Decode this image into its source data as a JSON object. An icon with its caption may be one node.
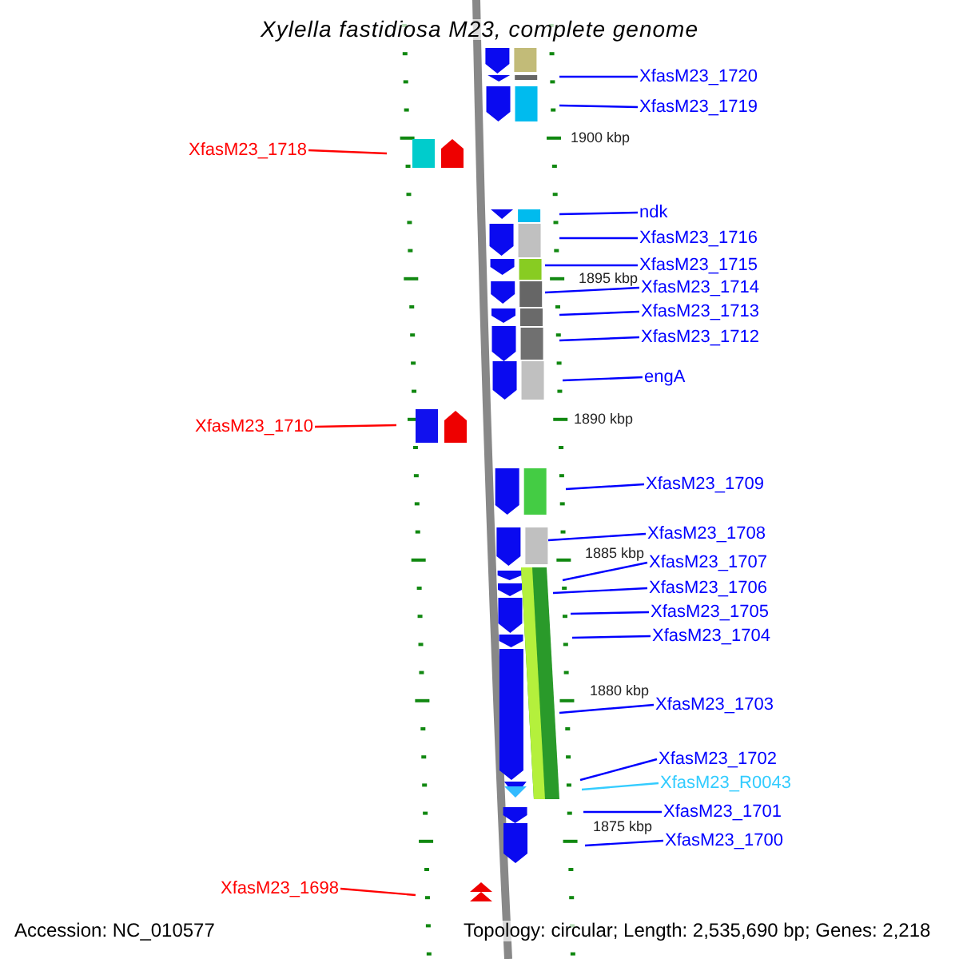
{
  "diagram": {
    "title": "Xylella fastidiosa M23, complete genome",
    "nodes": [
      {
        "text": [
          "XfasM23_1720"
        ]
      },
      {
        "text": [
          "XfasM23_1719"
        ]
      },
      {
        "text": [
          "XfasM23_1718"
        ]
      },
      {
        "text": [
          "ndk"
        ]
      },
      {
        "text": [
          "XfasM23_1716"
        ]
      },
      {
        "text": [
          "XfasM23_1715"
        ]
      },
      {
        "text": [
          "XfasM23_1714"
        ]
      },
      {
        "text": [
          "XfasM23_1713"
        ]
      },
      {
        "text": [
          "XfasM23_1712"
        ]
      },
      {
        "text": [
          "engA"
        ]
      },
      {
        "text": [
          "XfasM23_1710"
        ]
      },
      {
        "text": [
          "XfasM23_1709"
        ]
      },
      {
        "text": [
          "XfasM23_1708"
        ]
      },
      {
        "text": [
          "XfasM23_1707"
        ]
      },
      {
        "text": [
          "XfasM23_1706"
        ]
      },
      {
        "text": [
          "XfasM23_1705"
        ]
      },
      {
        "text": [
          "XfasM23_1704"
        ]
      },
      {
        "text": [
          "XfasM23_1703"
        ]
      },
      {
        "text": [
          "XfasM23_1702"
        ]
      },
      {
        "text": [
          "XfasM23_R0043"
        ]
      },
      {
        "text": [
          "XfasM23_1701"
        ]
      },
      {
        "text": [
          "XfasM23_1700"
        ]
      },
      {
        "text": [
          "XfasM23_1698"
        ]
      }
    ],
    "edges": [
      {
        "from": 0,
        "to": null,
        "arrow": "none"
      },
      {
        "from": 1,
        "to": null,
        "arrow": "none"
      },
      {
        "from": 2,
        "to": null,
        "arrow": "none",
        "color": "#ff0000"
      },
      {
        "from": 3,
        "to": null,
        "arrow": "none"
      },
      {
        "from": 4,
        "to": null,
        "arrow": "none"
      },
      {
        "from": 5,
        "to": null,
        "arrow": "none"
      },
      {
        "from": 6,
        "to": null,
        "arrow": "none"
      },
      {
        "from": 7,
        "to": null,
        "arrow": "none"
      },
      {
        "from": 8,
        "to": null,
        "arrow": "none"
      },
      {
        "from": 9,
        "to": null,
        "arrow": "none"
      },
      {
        "from": 10,
        "to": null,
        "arrow": "none",
        "color": "#ff0000"
      },
      {
        "from": 11,
        "to": null,
        "arrow": "none"
      },
      {
        "from": 12,
        "to": null,
        "arrow": "none"
      },
      {
        "from": 13,
        "to": null,
        "arrow": "none"
      },
      {
        "from": 14,
        "to": null,
        "arrow": "none"
      },
      {
        "from": 15,
        "to": null,
        "arrow": "none"
      },
      {
        "from": 16,
        "to": null,
        "arrow": "none"
      },
      {
        "from": 17,
        "to": null,
        "arrow": "none"
      },
      {
        "from": 18,
        "to": null,
        "arrow": "none"
      },
      {
        "from": 19,
        "to": null,
        "arrow": "none",
        "color": "#33ccff"
      },
      {
        "from": 20,
        "to": null,
        "arrow": "none"
      },
      {
        "from": 21,
        "to": null,
        "arrow": "none"
      },
      {
        "from": 22,
        "to": null,
        "arrow": "none",
        "color": "#ff0000"
      }
    ],
    "labels": [
      "1900 kbp",
      "1895 kbp",
      "1890 kbp",
      "1885 kbp",
      "1880 kbp",
      "1875 kbp",
      "Accession: NC_010577",
      "Topology: circular; Length: 2,535,690 bp; Genes: 2,218"
    ]
  }
}
